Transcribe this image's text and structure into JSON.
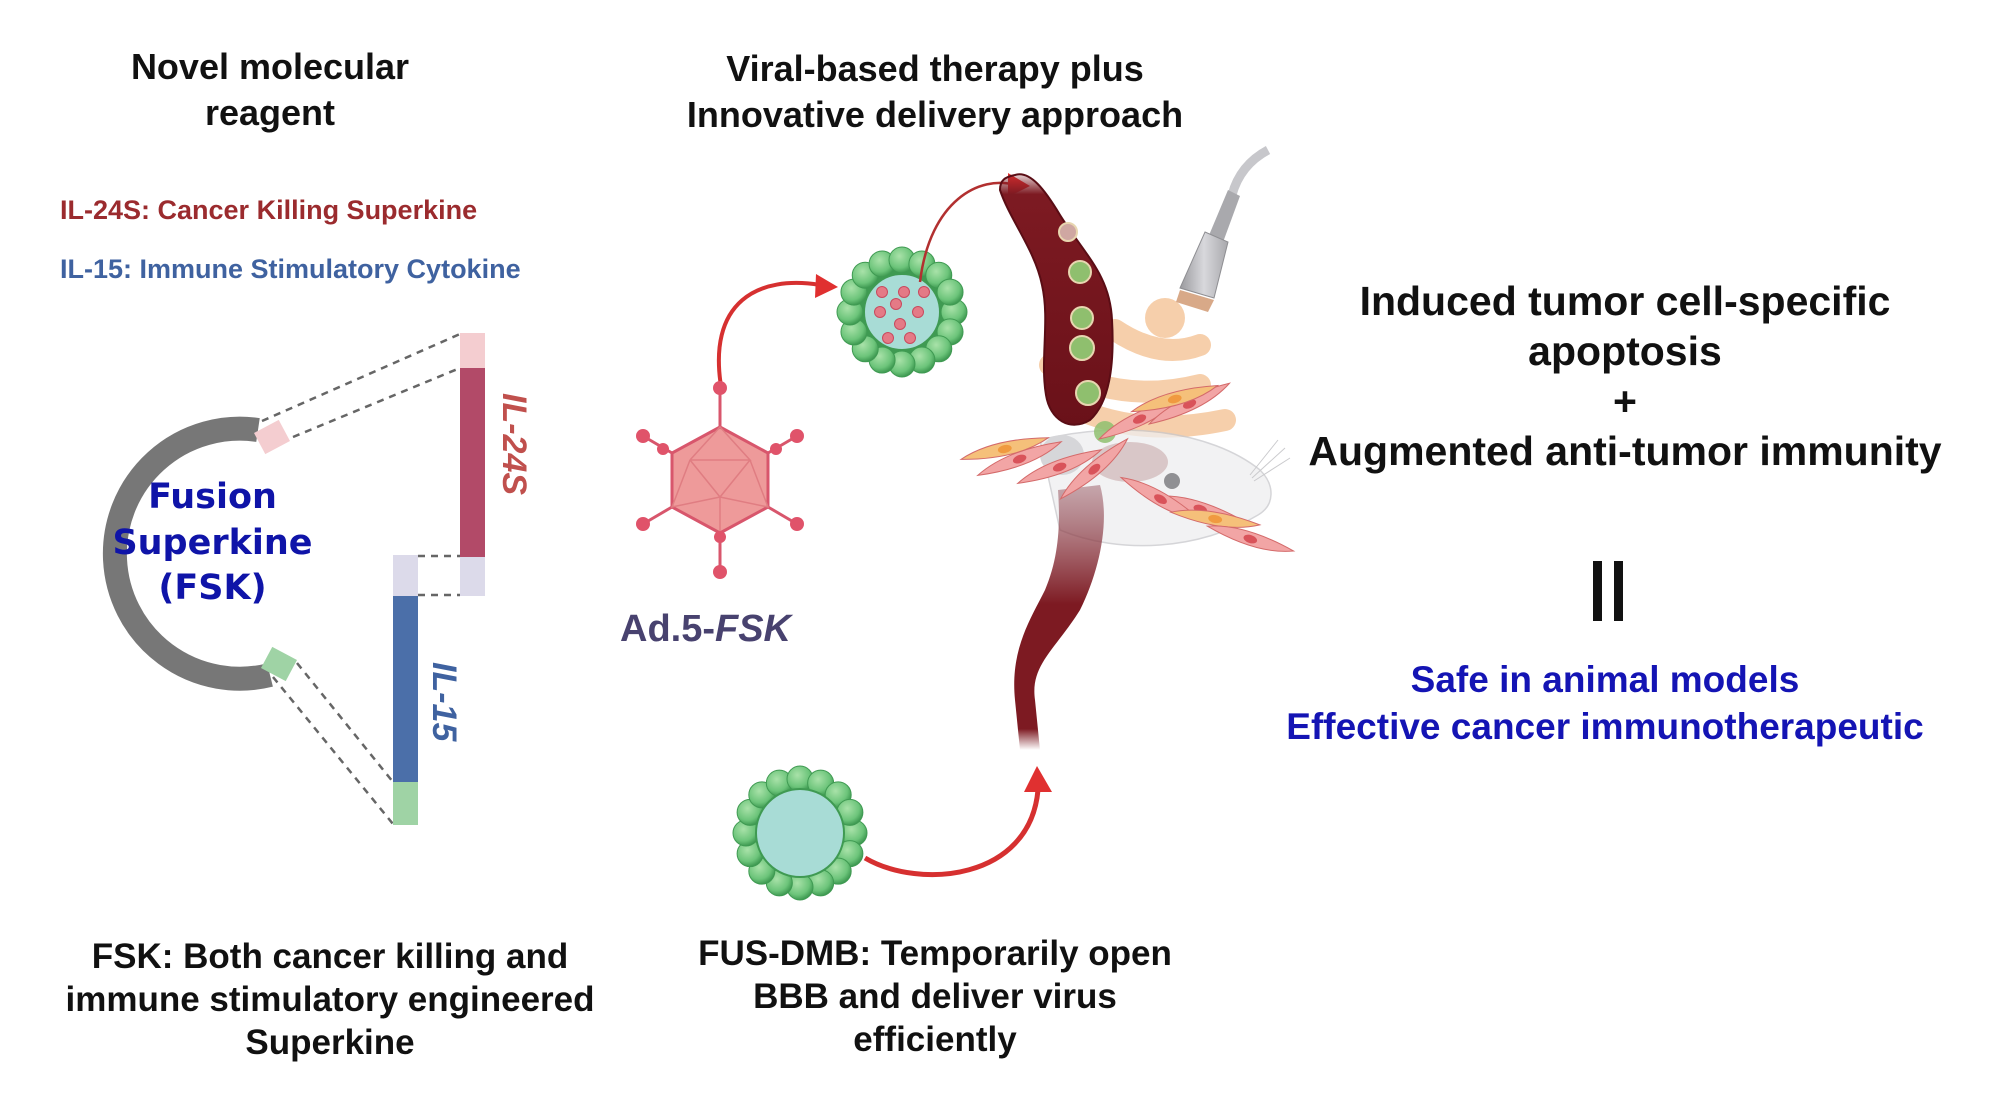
{
  "left_panel": {
    "heading_lines": [
      "Novel molecular",
      "reagent"
    ],
    "legend": [
      {
        "text": "IL-24S: Cancer Killing Superkine",
        "color": "#9b2b2e"
      },
      {
        "text": "IL-15: Immune Stimulatory Cytokine",
        "color": "#3f62a0"
      }
    ],
    "fusion_label_lines": [
      "Fusion",
      "Superkine",
      "(FSK)"
    ],
    "bar_labels": {
      "il24s": "IL-24S",
      "il15": "IL-15"
    },
    "caption_lines": [
      "FSK: Both cancer killing and",
      "immune stimulatory engineered",
      "Superkine"
    ]
  },
  "middle_panel": {
    "heading_lines": [
      "Viral-based therapy plus",
      "Innovative delivery approach"
    ],
    "virus_label_prefix": "Ad.5-",
    "virus_label_italic": "FSK",
    "caption_lines": [
      "FUS-DMB: Temporarily open",
      "BBB and deliver virus",
      "efficiently"
    ]
  },
  "right_panel": {
    "outcome_lines": [
      "Induced tumor cell-specific",
      "apoptosis",
      "+",
      "Augmented anti-tumor immunity"
    ],
    "equals_symbol": "II",
    "conclusion_lines": [
      "Safe in animal models",
      "Effective cancer immunotherapeutic"
    ]
  },
  "colors": {
    "il24s_bar": "#b24a68",
    "il24s_tag": "#f4cdd0",
    "linker": "#dcdaea",
    "il15_bar": "#4b6fa9",
    "il15_tag": "#9fd3a5",
    "plasmid_ring": "#777777",
    "adenovirus": "#ec8c90",
    "nanoparticle_shell": "#6cc47a",
    "nanoparticle_core": "#a8dcd6",
    "vessel": "#7d1a22",
    "arrow": "#e03030",
    "ultrasound_wave": "#f6caa2",
    "conclusion_blue": "#1414b4"
  }
}
